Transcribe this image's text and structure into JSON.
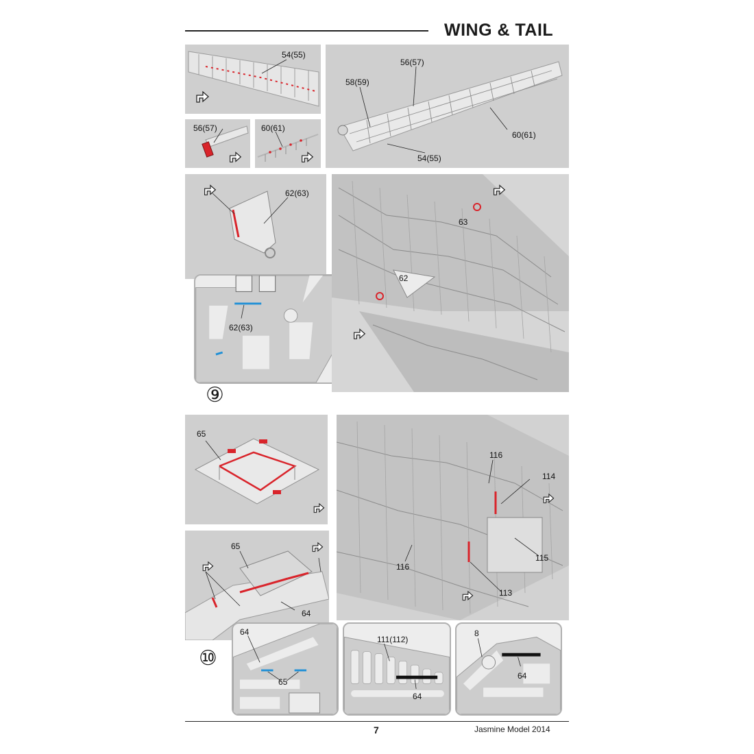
{
  "header": {
    "title": "WING & TAIL"
  },
  "step_9": {
    "number": "⑨",
    "labels": {
      "top_wing": "54(55)",
      "part_56": "56(57)",
      "part_60": "60(61)",
      "big_56": "56(57)",
      "big_58": "58(59)",
      "big_60": "60(61)",
      "big_54": "54(55)",
      "bracket": "62(63)",
      "photo_63": "63",
      "photo_62": "62",
      "inset_62": "62(63)"
    }
  },
  "step_10": {
    "number": "⑩",
    "labels": {
      "frame_65": "65",
      "frame2_65": "65",
      "frame2_64": "64",
      "photo_116a": "116",
      "photo_114": "114",
      "photo_115": "115",
      "photo_116b": "116",
      "photo_113": "113",
      "inset1_64": "64",
      "inset1_65": "65",
      "inset2_111": "111(112)",
      "inset2_64": "64",
      "inset3_8": "8",
      "inset3_64": "64"
    }
  },
  "footer": {
    "page_number": "7",
    "brand": "Jasmine Model 2014"
  },
  "colors": {
    "glue_red": "#d9242b",
    "glue_blue": "#1e8fd6",
    "panel_gray": "#bfbfbf",
    "inset_bg": "#ededed"
  },
  "icons": [
    "fold-arrow-icon"
  ]
}
